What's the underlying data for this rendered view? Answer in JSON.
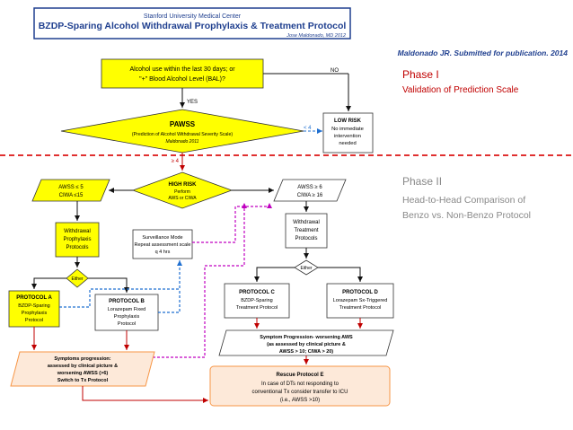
{
  "header": {
    "org": "Stanford University Medical Center",
    "title": "BZDP-Sparing Alcohol Withdrawal Prophylaxis & Treatment Protocol",
    "author": "Jose Maldonado, MD 2012"
  },
  "citation": "Maldonado JR. Submitted for publication. 2014",
  "phase1": {
    "title": "Phase I",
    "subtitle": "Validation of Prediction Scale"
  },
  "phase2": {
    "title": "Phase II",
    "line1": "Head-to-Head Comparison of",
    "line2": "Benzo vs. Non-Benzo Protocol"
  },
  "nodes": {
    "alcohol_q": {
      "line1": "Alcohol use within the last 30 days; or",
      "line2": "\"+\" Blood Alcohol Level (BAL)?"
    },
    "no_label": "NO",
    "yes_label": "YES",
    "pawss": {
      "title": "PAWSS",
      "line1": "(Prediction of Alcohol Withdrawal Severity Scale)",
      "line2": "Maldonado 2011"
    },
    "lt4": "< 4",
    "ge4": "≥ 4",
    "low_risk": {
      "line1": "LOW RISK",
      "line2": "No immediate",
      "line3": "intervention",
      "line4": "needed"
    },
    "high_risk": {
      "title": "HIGH RISK",
      "line1": "Perform",
      "line2": "AWS or CIWA"
    },
    "awss_low": {
      "line1": "AWSS ≤ 5",
      "line2": "CIWA ≤15"
    },
    "awss_high": {
      "line1": "AWSS ≥ 6",
      "line2": "CIWA ≥ 16"
    },
    "prophylaxis": {
      "line1": "Withdrawal",
      "line2": "Prophylaxis",
      "line3": "Protocols"
    },
    "treatment": {
      "line1": "Withdrawal",
      "line2": "Treatment",
      "line3": "Protocols"
    },
    "surveillance": {
      "line1": "Surveillance Mode",
      "line2": "Repeat assessment scale",
      "line3": "q 4 hrs"
    },
    "either_left": "Either",
    "either_right": "Either",
    "protocol_a": {
      "title": "PROTOCOL A",
      "line1": "BZDP-Sparing",
      "line2": "Prophylaxis",
      "line3": "Protocol"
    },
    "protocol_b": {
      "title": "PROTOCOL B",
      "line1": "Lorazepam Fixed",
      "line2": "Prophylaxis",
      "line3": "Protocol"
    },
    "protocol_c": {
      "title": "PROTOCOL C",
      "line1": "BZDP-Sparing",
      "line2": "Treatment Protocol"
    },
    "protocol_d": {
      "title": "PROTOCOL D",
      "line1": "Lorazepam Sx-Triggered",
      "line2": "Treatment Protocol"
    },
    "symptom_left": {
      "line1": "Symptoms progression:",
      "line2": "assessed by clinical picture &",
      "line3": "worsening AWSS (>6)",
      "line4": "Switch to Tx Protocol"
    },
    "symptom_right": {
      "line1": "Symptom Progression- worsening AWS",
      "line2": "(as assessed by clinical picture &",
      "line3": "AWSS > 10; CIWA > 20)"
    },
    "rescue": {
      "title": "Rescue Protocol E",
      "line1": "In case of DTs not responding to",
      "line2": "conventional Tx consider transfer to ICU",
      "line3": "(i.e., AWSS >10)"
    }
  },
  "colors": {
    "header_blue": "#1f3f8f",
    "phase_red": "#c00000",
    "yellow": "#ffff00",
    "orange_fill": "#fde9d9",
    "orange_border": "#f79646",
    "red_arrow": "#c00000",
    "dash_red": "#e03030",
    "dash_blue": "#1f6fd0",
    "dash_magenta": "#c000c0"
  }
}
